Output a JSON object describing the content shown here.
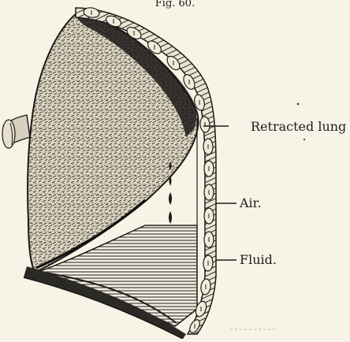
{
  "figure": {
    "caption": "Fig. 60.",
    "labels": [
      "Retracted lung",
      "Air.",
      "Fluid."
    ],
    "colors": {
      "paper": "#f7f3e6",
      "ink": "#1d1c19"
    }
  }
}
